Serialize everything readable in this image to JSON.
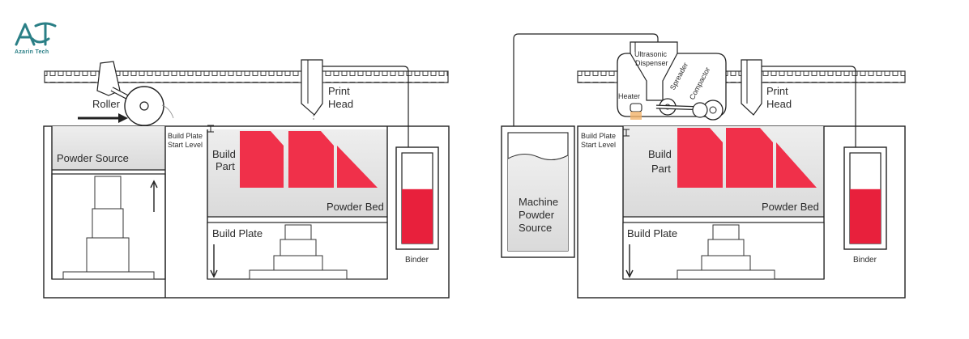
{
  "logo": {
    "text": "Azarin Tech",
    "color": "#2a7f86"
  },
  "colors": {
    "part": "#f0304a",
    "binder": "#e8203c",
    "powder": "#e4e4e4",
    "outline": "#222222",
    "heater_glow": "#f2b36a"
  },
  "left_diagram": {
    "roller": "Roller",
    "print_head_1": "Print",
    "print_head_2": "Head",
    "build_plate_start_1": "Build Plate",
    "build_plate_start_2": "Start Level",
    "powder_source": "Powder Source",
    "build_part_1": "Build",
    "build_part_2": "Part",
    "powder_bed": "Powder Bed",
    "build_plate": "Build Plate",
    "binder": "Binder",
    "binder_fill_fraction": 0.6
  },
  "right_diagram": {
    "ultrasonic_1": "Ultrasonic",
    "ultrasonic_2": "Dispenser",
    "spreader": "Spreader",
    "compactor": "Compactor",
    "heater": "Heater",
    "print_head_1": "Print",
    "print_head_2": "Head",
    "build_plate_start_1": "Build Plate",
    "build_plate_start_2": "Start Level",
    "machine_source_1": "Machine",
    "machine_source_2": "Powder",
    "machine_source_3": "Source",
    "build_part_1": "Build",
    "build_part_2": "Part",
    "powder_bed": "Powder Bed",
    "build_plate": "Build Plate",
    "binder": "Binder",
    "binder_fill_fraction": 0.6
  }
}
